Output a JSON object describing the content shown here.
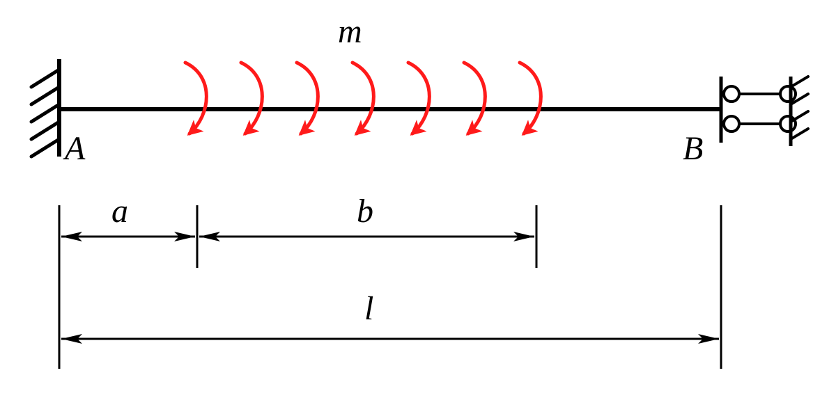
{
  "labels": {
    "moment": "m",
    "support_a": "A",
    "support_b": "B",
    "dim_a": "a",
    "dim_b": "b",
    "dim_l": "l"
  },
  "colors": {
    "structure": "#000000",
    "load": "#ff1a1a"
  },
  "load": {
    "type": "distributed-moment",
    "arrow_count": 7
  }
}
